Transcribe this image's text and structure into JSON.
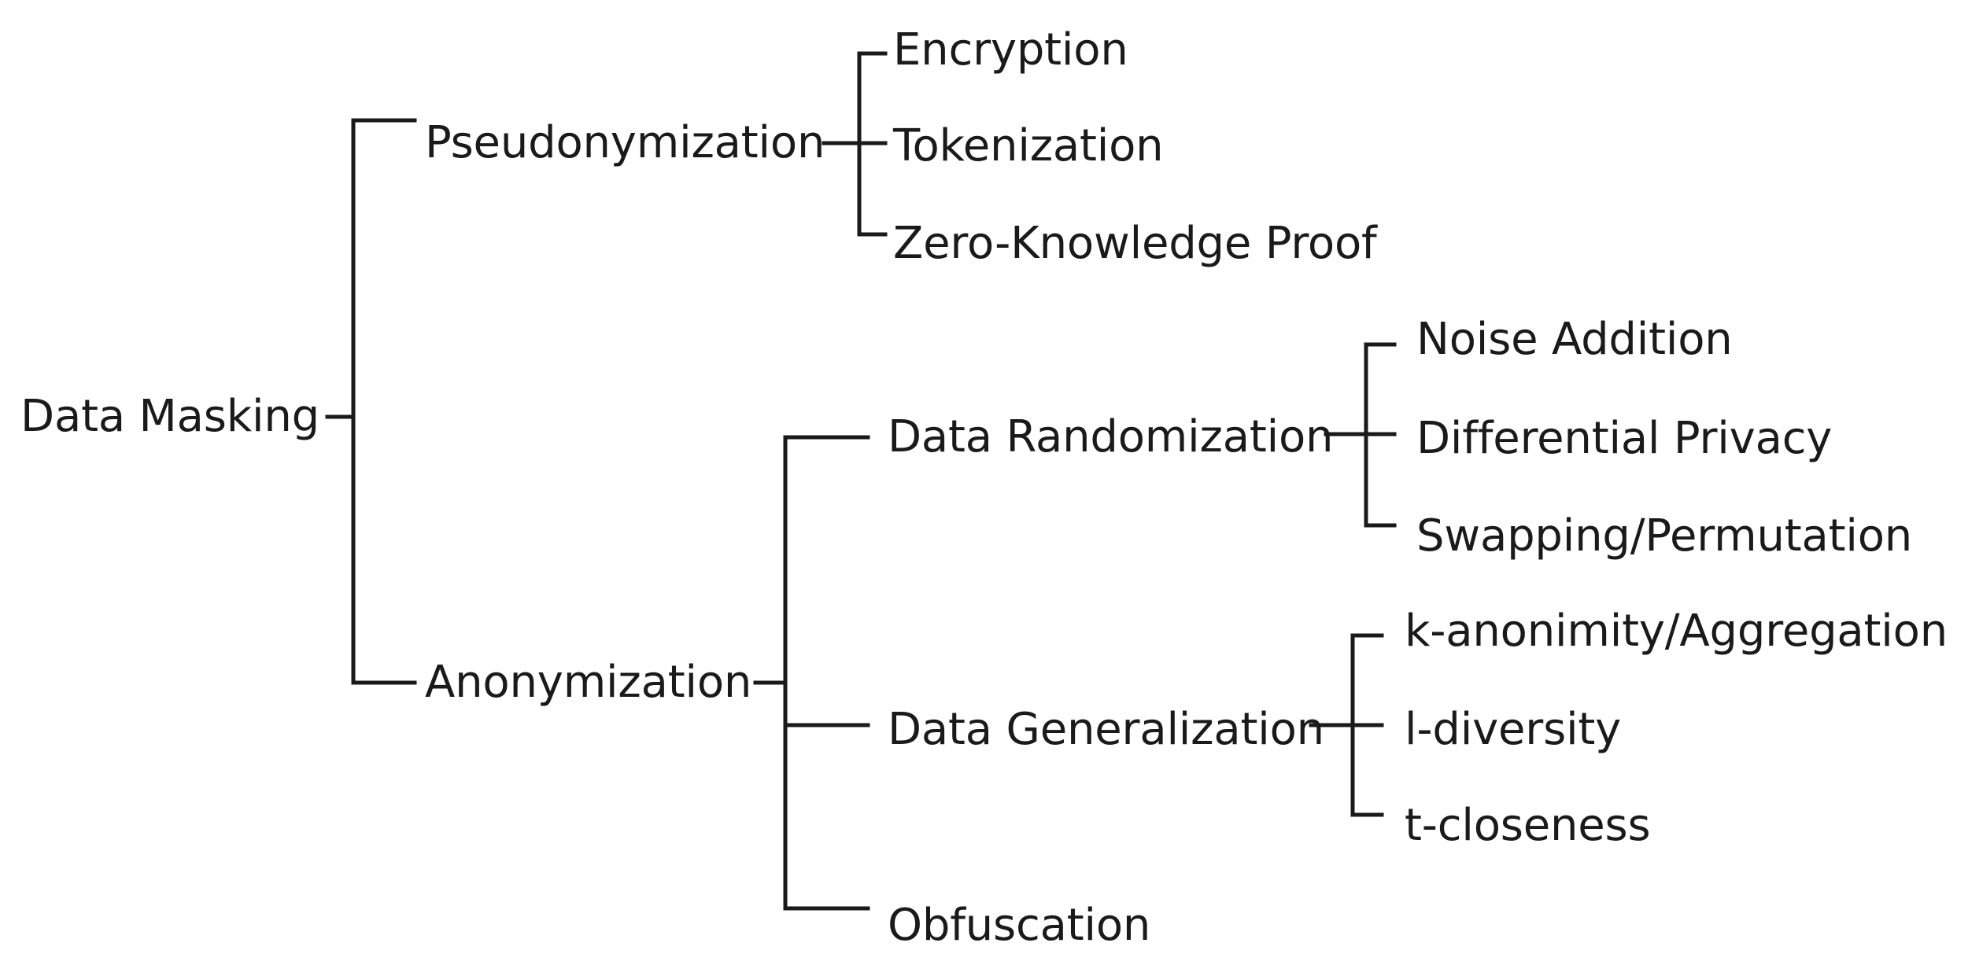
{
  "diagram": {
    "type": "horizontal-tree",
    "title": "Data Masking",
    "background_color": "#ffffff",
    "line_color": "#1a1a1a",
    "text_color": "#1a1a1a",
    "root": {
      "label": "Data Masking",
      "children": [
        {
          "label": "Pseudonymization",
          "children": [
            {
              "label": "Encryption"
            },
            {
              "label": "Tokenization"
            },
            {
              "label": "Zero-Knowledge Proof"
            }
          ]
        },
        {
          "label": "Anonymization",
          "children": [
            {
              "label": "Data Randomization",
              "children": [
                {
                  "label": "Noise Addition"
                },
                {
                  "label": "Differential Privacy"
                },
                {
                  "label": "Swapping/Permutation"
                }
              ]
            },
            {
              "label": "Data Generalization",
              "children": [
                {
                  "label": "k-anonimity/Aggregation"
                },
                {
                  "label": "l-diversity"
                },
                {
                  "label": "t-closeness"
                }
              ]
            },
            {
              "label": "Obfuscation"
            }
          ]
        }
      ]
    },
    "labels": {
      "root": "Data Masking",
      "pseudonymization": "Pseudonymization",
      "anonymization": "Anonymization",
      "encryption": "Encryption",
      "tokenization": "Tokenization",
      "zero_knowledge_proof": "Zero-Knowledge Proof",
      "data_randomization": "Data Randomization",
      "data_generalization": "Data Generalization",
      "obfuscation": "Obfuscation",
      "noise_addition": "Noise Addition",
      "differential_privacy": "Differential Privacy",
      "swapping_permutation": "Swapping/Permutation",
      "k_anonimity_aggregation": "k-anonimity/Aggregation",
      "l_diversity": "l-diversity",
      "t_closeness": "t-closeness"
    }
  }
}
